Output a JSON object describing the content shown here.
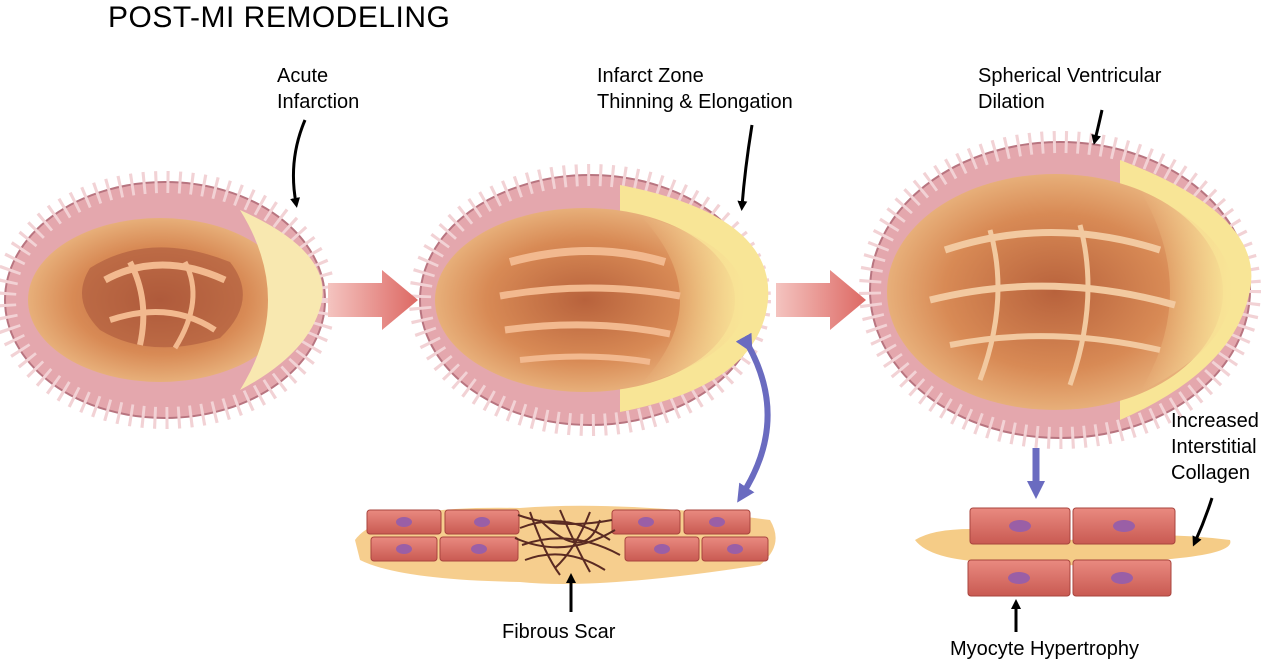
{
  "title": "POST-MI REMODELING",
  "stages": [
    {
      "label_line1": "Acute",
      "label_line2": "Infarction"
    },
    {
      "label_line1": "Infarct Zone",
      "label_line2": "Thinning & Elongation"
    },
    {
      "label_line1": "Spherical Ventricular",
      "label_line2": "Dilation"
    }
  ],
  "tissue_labels": {
    "fibrous_scar": "Fibrous Scar",
    "collagen_line1": "Increased",
    "collagen_line2": "Interstitial",
    "collagen_line3": "Collagen",
    "hypertrophy": "Myocyte Hypertrophy"
  },
  "colors": {
    "flow_arrow": "#e0736f",
    "link_arrow": "#6a6bc0",
    "wall": "#d99aa3",
    "cavity": "#d88a55",
    "infarct": "#f6e08a",
    "myocyte": "#d9695f",
    "nucleus": "#9a5fa6"
  }
}
